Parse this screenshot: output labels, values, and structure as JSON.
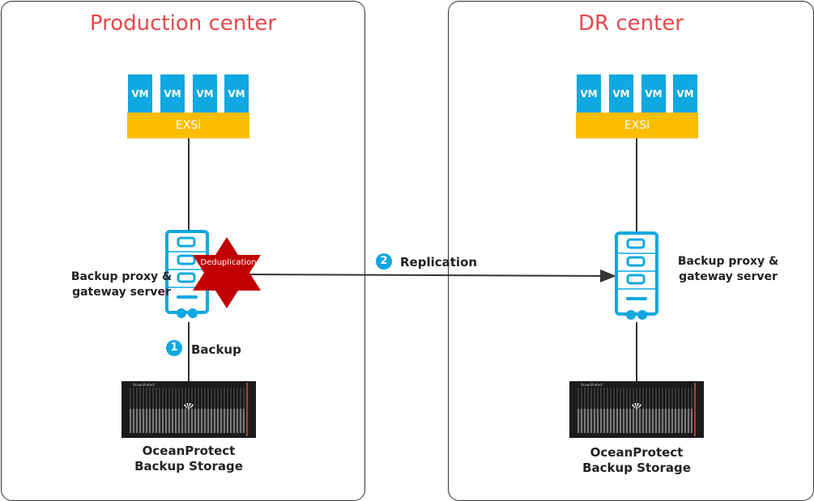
{
  "colors": {
    "title_red": "#e5474d",
    "vm_blue": "#0fa8e0",
    "exsi_yellow": "#fbbd00",
    "server_blue": "#0fa8e0",
    "dedup_red": "#c00000",
    "line_dark": "#333333"
  },
  "production_center": {
    "title": "Production center",
    "vms": [
      "VM",
      "VM",
      "VM",
      "VM"
    ],
    "hypervisor": "EXSi",
    "server_label_line1": "Backup proxy &",
    "server_label_line2": "gateway server",
    "dedup_label": "Deduplication",
    "step": {
      "number": "1",
      "label": "Backup"
    },
    "storage_brand": "OceanProtect",
    "storage_label_line1": "OceanProtect",
    "storage_label_line2": "Backup Storage"
  },
  "replication": {
    "number": "2",
    "label": "Replication"
  },
  "dr_center": {
    "title": "DR center",
    "vms": [
      "VM",
      "VM",
      "VM",
      "VM"
    ],
    "hypervisor": "EXSi",
    "server_label_line1": "Backup proxy &",
    "server_label_line2": "gateway server",
    "storage_brand": "OceanProtect",
    "storage_label_line1": "OceanProtect",
    "storage_label_line2": "Backup Storage"
  },
  "icons": {
    "server": "server-rack-icon",
    "storage": "storage-array-icon",
    "dedup": "six-point-star-icon",
    "huawei_logo": "huawei-logo-icon"
  }
}
